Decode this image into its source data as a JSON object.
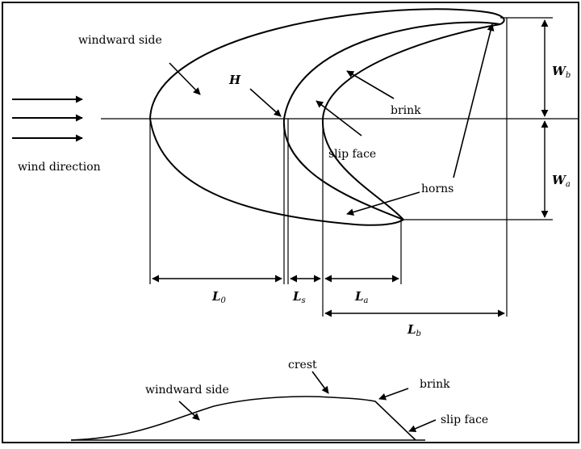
{
  "plan_view": {
    "labels": {
      "windward_side": "windward side",
      "wind_direction": "wind direction",
      "H": "H",
      "brink": "brink",
      "slip_face": "slip face",
      "horns": "horns"
    },
    "dimensions": {
      "L0": {
        "main": "L",
        "sub": "0"
      },
      "Ls": {
        "main": "L",
        "sub": "s"
      },
      "La": {
        "main": "L",
        "sub": "a"
      },
      "Lb": {
        "main": "L",
        "sub": "b"
      },
      "Wb": {
        "main": "W",
        "sub": "b"
      },
      "Wa": {
        "main": "W",
        "sub": "a"
      }
    }
  },
  "profile_view": {
    "labels": {
      "crest": "crest",
      "windward_side": "windward side",
      "brink": "brink",
      "slip_face": "slip face"
    }
  }
}
